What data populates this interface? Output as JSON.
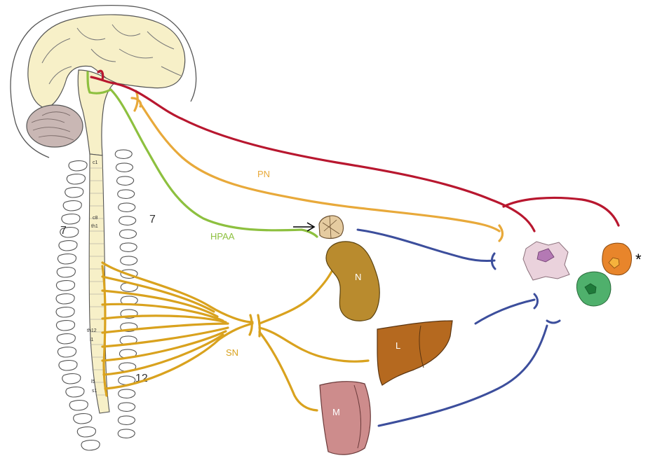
{
  "labels": {
    "pn": "PN",
    "hpaa": "HPAA",
    "sn": "SN",
    "n": "N",
    "l": "L",
    "m": "M",
    "asterisk": "*",
    "seven_left": "7",
    "seven_right": "7",
    "twelve": "12"
  },
  "vertebra_labels": {
    "c1": "c1",
    "c8": "c8",
    "th1": "th1",
    "th12": "th12",
    "l1": "l1",
    "l5": "l5",
    "s1": "s1"
  },
  "colors": {
    "pn": "#E8A93A",
    "hpaa": "#8DC03F",
    "sn": "#D9A21E",
    "cns": "#B8172F",
    "immune_link": "#3C4E9C",
    "brain": "#F7F0C8",
    "cerebellum": "#C9B7B4",
    "organ_n": "#B98B2E",
    "organ_l": "#B5691F",
    "organ_m": "#CD8C8C",
    "cell_pink": "#EAD2DC",
    "cell_orange": "#E8852B",
    "cell_green": "#4FB06C"
  },
  "icons": {
    "arrow": "right-arrow-icon"
  }
}
